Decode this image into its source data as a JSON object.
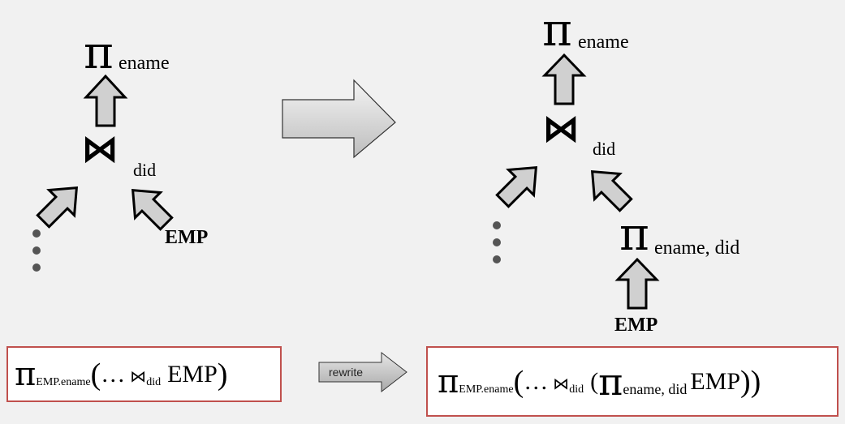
{
  "left_tree": {
    "projection": {
      "symbol": "π",
      "subscript": "ename"
    },
    "join": {
      "symbol": "⋈",
      "subscript": "did"
    },
    "right_input": "EMP"
  },
  "right_tree": {
    "projection": {
      "symbol": "π",
      "subscript": "ename"
    },
    "join": {
      "symbol": "⋈",
      "subscript": "did"
    },
    "pushed_projection": {
      "symbol": "π",
      "subscript": "ename, did"
    },
    "right_input": "EMP"
  },
  "formula_left": {
    "pi": "π",
    "pi_sub": "EMP.ename",
    "open": "(",
    "ellipsis": "…",
    "join": "⋈",
    "join_sub": "did",
    "rel": "EMP",
    "close": ")"
  },
  "formula_right": {
    "pi": "π",
    "pi_sub": "EMP.ename",
    "open": "(",
    "ellipsis": "…",
    "join": "⋈",
    "join_sub": "did",
    "inner_open": "(",
    "inner_pi": "π",
    "inner_pi_sub": "ename, did",
    "rel": "EMP",
    "close": "))"
  },
  "rewrite_arrow": {
    "label": "rewrite"
  },
  "colors": {
    "arrow_fill": "#cfcfcf",
    "box_border": "#c0504d",
    "background": "#f1f1f1"
  }
}
